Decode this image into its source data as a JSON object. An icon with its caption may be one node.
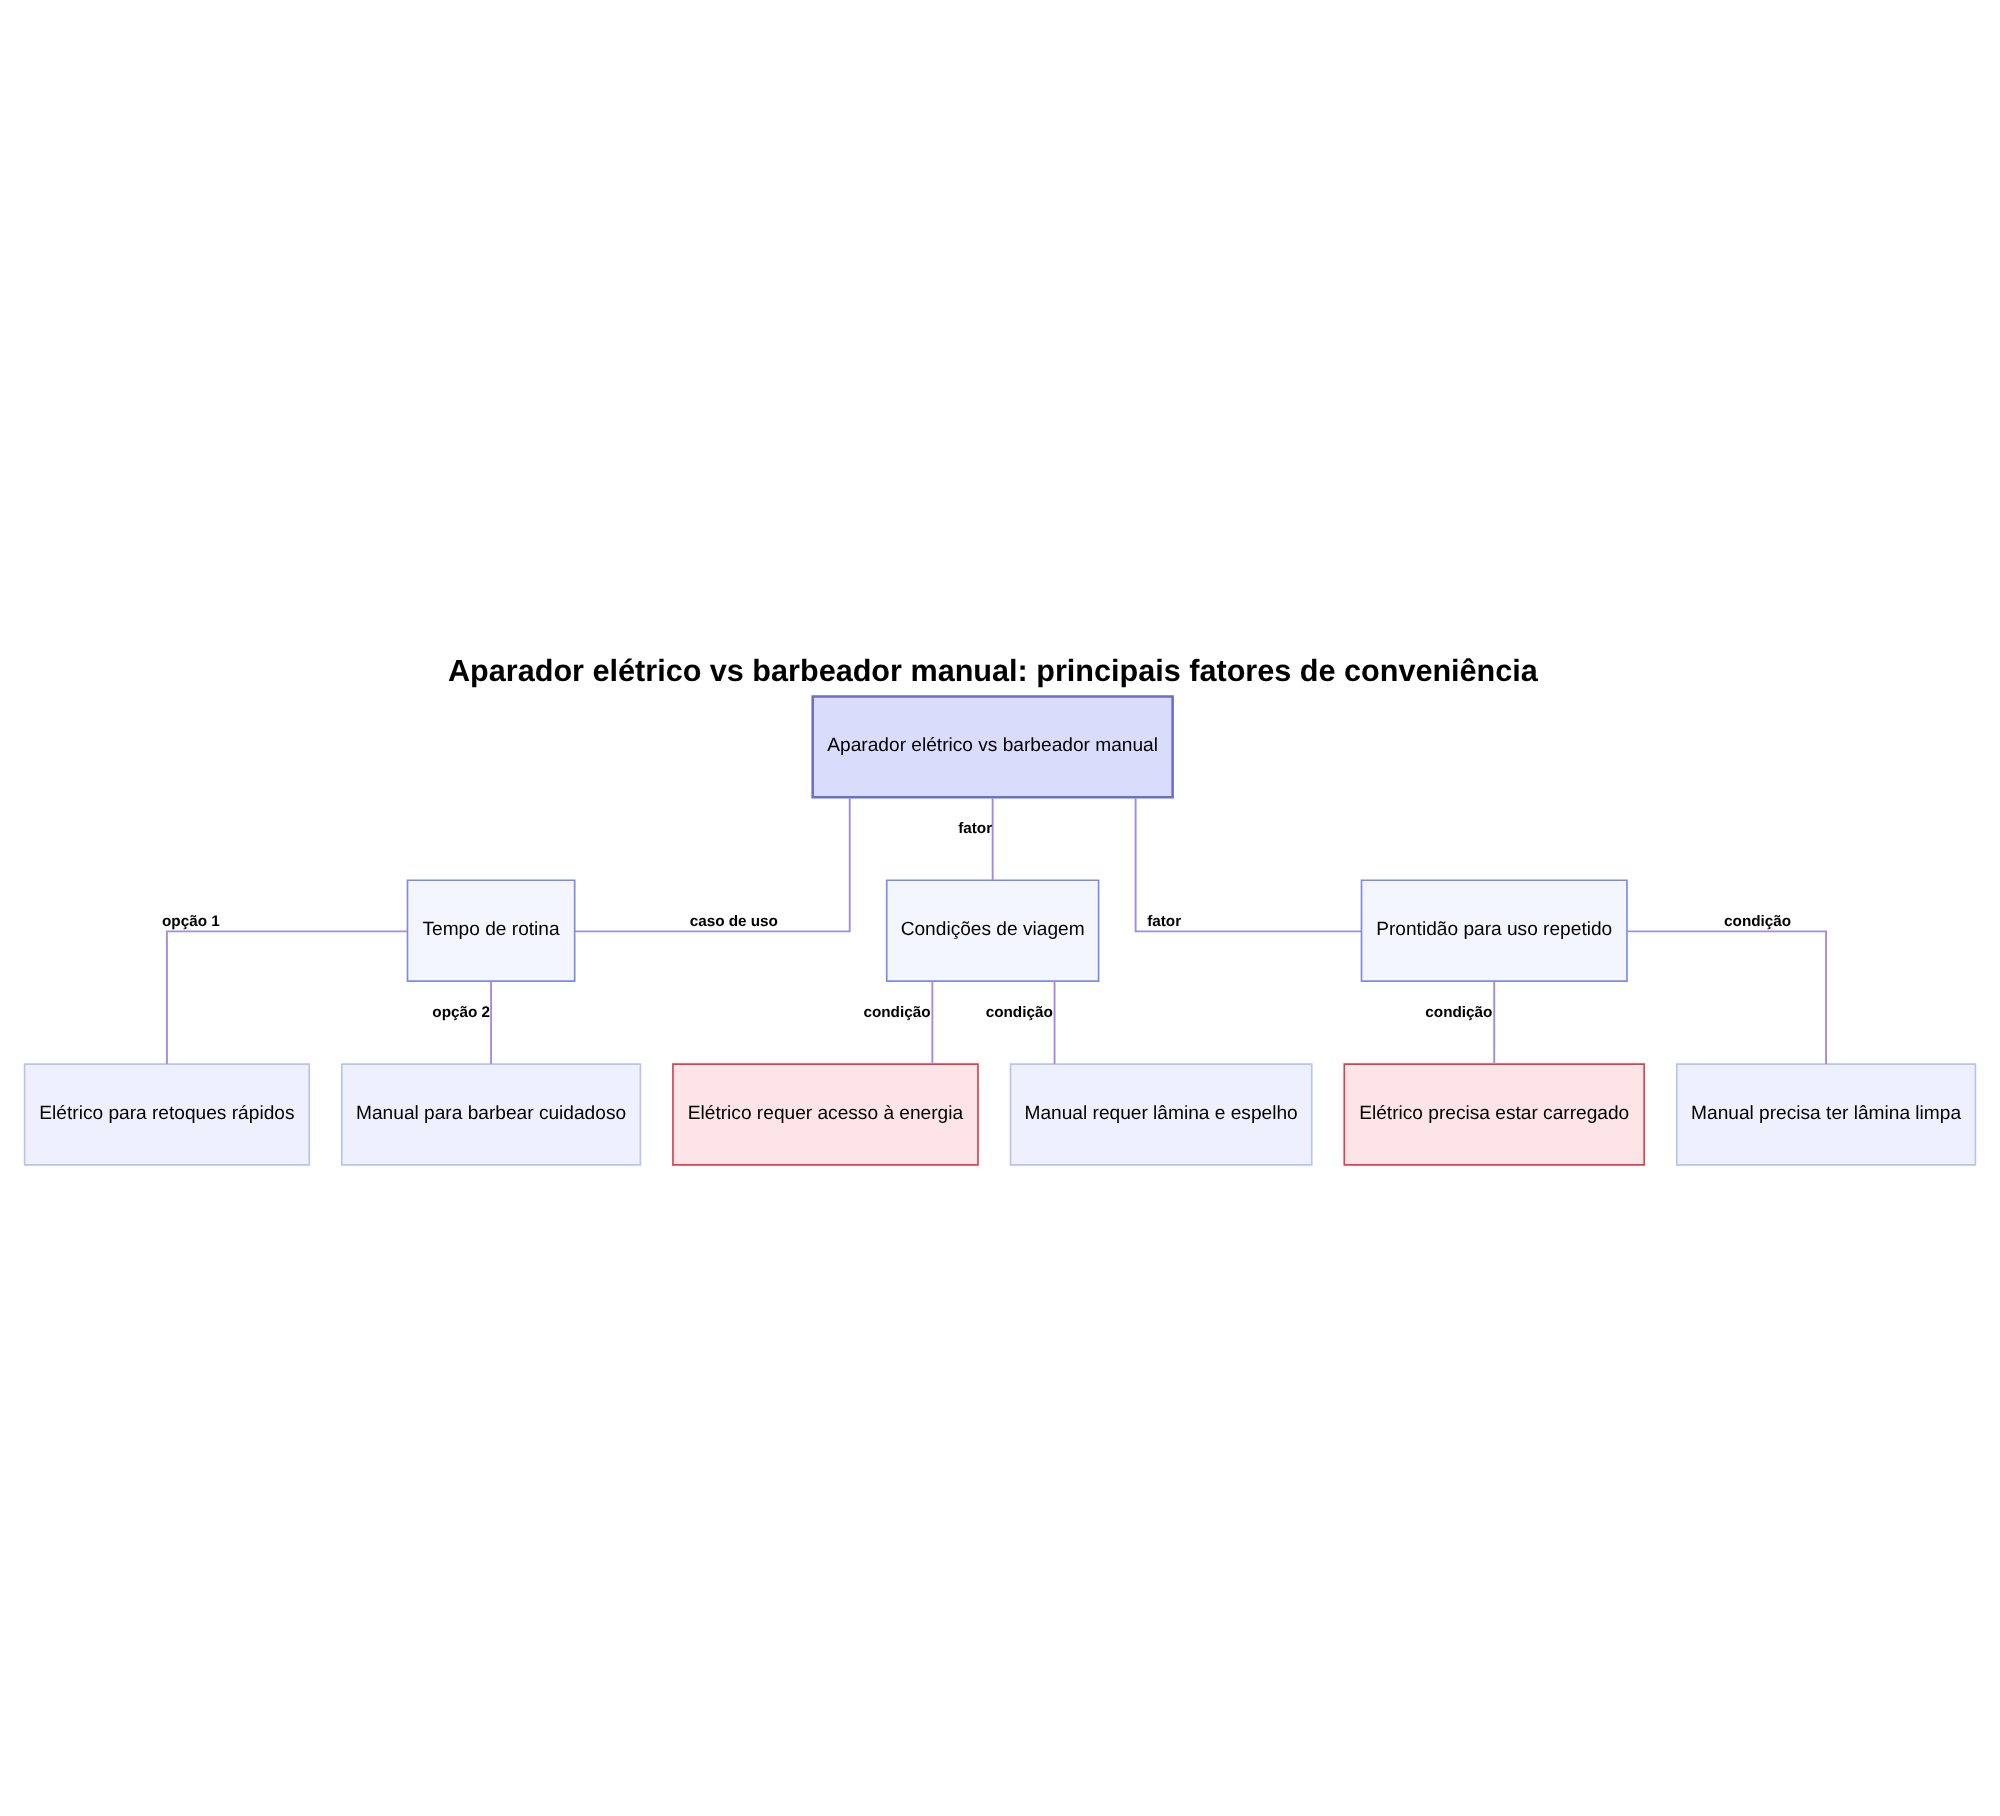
{
  "diagram": {
    "title": "Aparador elétrico vs barbeador manual: principais fatores de conveniência",
    "nodes": [
      {
        "text": [
          "Aparador elétrico vs barbeador manual"
        ]
      },
      {
        "text": [
          "Tempo de rotina"
        ]
      },
      {
        "text": [
          "Condições de viagem"
        ]
      },
      {
        "text": [
          "Prontidão para uso repetido"
        ]
      },
      {
        "text": [
          "Elétrico para retoques rápidos"
        ]
      },
      {
        "text": [
          "Manual para barbear cuidadoso"
        ]
      },
      {
        "text": [
          "Elétrico requer acesso à energia"
        ]
      },
      {
        "text": [
          "Manual requer lâmina e espelho"
        ]
      },
      {
        "text": [
          "Elétrico precisa estar carregado"
        ]
      },
      {
        "text": [
          "Manual precisa ter lâmina limpa"
        ]
      }
    ],
    "edges": [
      {
        "from": 0,
        "to": 1,
        "arrow": "none",
        "label": "caso de uso"
      },
      {
        "from": 0,
        "to": 2,
        "arrow": "none",
        "label": "fator"
      },
      {
        "from": 0,
        "to": 3,
        "arrow": "none",
        "label": "fator"
      },
      {
        "from": 1,
        "to": 4,
        "arrow": "none",
        "label": "opção 1"
      },
      {
        "from": 1,
        "to": 5,
        "arrow": "none",
        "label": "opção 2"
      },
      {
        "from": 2,
        "to": 6,
        "arrow": "none",
        "label": "condição"
      },
      {
        "from": 2,
        "to": 7,
        "arrow": "none",
        "label": "condição"
      },
      {
        "from": 3,
        "to": 8,
        "arrow": "none",
        "label": "condição"
      },
      {
        "from": 3,
        "to": 9,
        "arrow": "none",
        "label": "condição"
      }
    ]
  }
}
